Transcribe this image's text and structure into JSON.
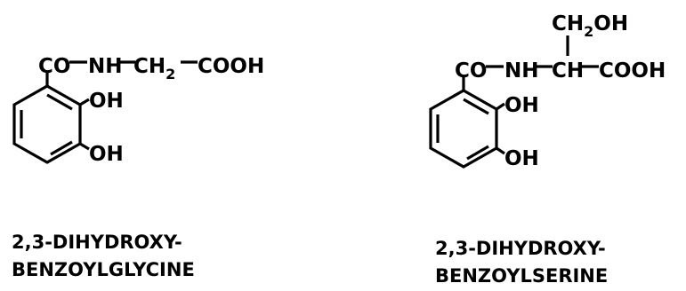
{
  "molecules": [
    {
      "chain": {
        "co": "CO",
        "nh": "NH",
        "ch": "CH",
        "sub2": "2",
        "cooh": "COOH"
      },
      "oh_top": "OH",
      "oh_bottom": "OH",
      "caption": [
        "2,3-DIHYDROXY-",
        "BENZOYLGLYCINE"
      ]
    },
    {
      "side": {
        "ch": "CH",
        "sub2": "2",
        "oh": "OH"
      },
      "chain": {
        "co": "CO",
        "nh": "NH",
        "ch": "CH",
        "cooh": "COOH"
      },
      "oh_top": "OH",
      "oh_bottom": "OH",
      "caption": [
        "2,3-DIHYDROXY-",
        "BENZOYLSERINE"
      ]
    }
  ]
}
